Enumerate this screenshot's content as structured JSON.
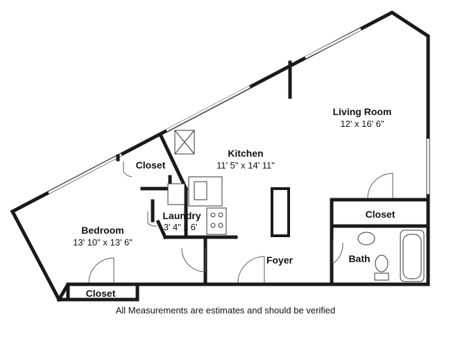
{
  "rooms": {
    "living_room": {
      "name": "Living Room",
      "dims": "12' x 16' 6\""
    },
    "kitchen": {
      "name": "Kitchen",
      "dims": "11' 5\" x 14' 11\""
    },
    "closet_upper": {
      "name": "Closet"
    },
    "laundry": {
      "name": "Laundry",
      "dims": "3' 4\" x 6'"
    },
    "bedroom": {
      "name": "Bedroom",
      "dims": "13' 10\" x 13' 6\""
    },
    "closet_right": {
      "name": "Closet"
    },
    "foyer": {
      "name": "Foyer"
    },
    "bath": {
      "name": "Bath"
    },
    "closet_bottom": {
      "name": "Closet"
    }
  },
  "footer_note": "All Measurements are estimates and should be verified"
}
